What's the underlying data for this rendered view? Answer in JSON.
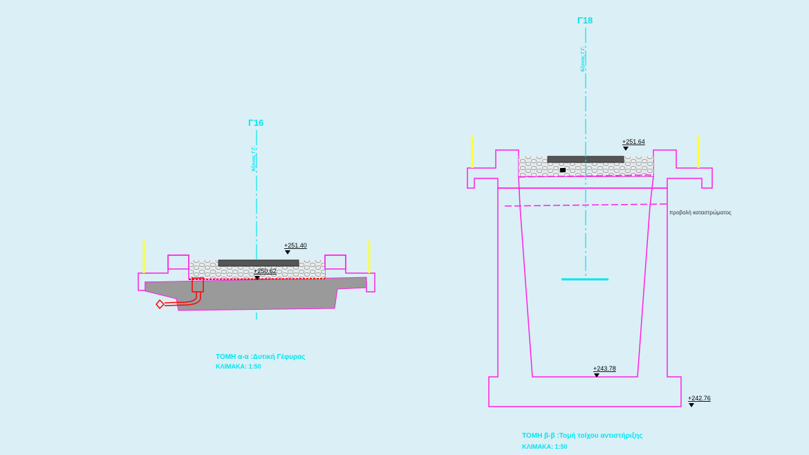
{
  "left_section": {
    "axis_label": "Γ16",
    "axis_text": "Άξονας Γ.Γ.",
    "level_top": "+251.40",
    "level_bottom": "+250.62",
    "title": "ΤΟΜΗ α-α :Δυτική Γέφυρας",
    "scale": "ΚΛΙΜΑΚΑ: 1:50"
  },
  "right_section": {
    "axis_label": "Γ18",
    "axis_text": "Άξονας Γ.Γ.",
    "level_top": "+251.64",
    "level_inner_bottom": "+243.78",
    "level_footing": "+242.76",
    "note": "προβολή καταστρώματος",
    "title": "ΤΟΜΗ β-β :Τομή τοίχου αντιστήριξης",
    "scale": "ΚΛΙΜΑΚΑ: 1:50"
  },
  "colors": {
    "background": "#dbeff6",
    "outline": "#ff1ee6",
    "annotation": "#00e5f0",
    "concrete_fill": "#9a9a9a",
    "pipe": "#ff0000",
    "post": "#ffff33"
  }
}
